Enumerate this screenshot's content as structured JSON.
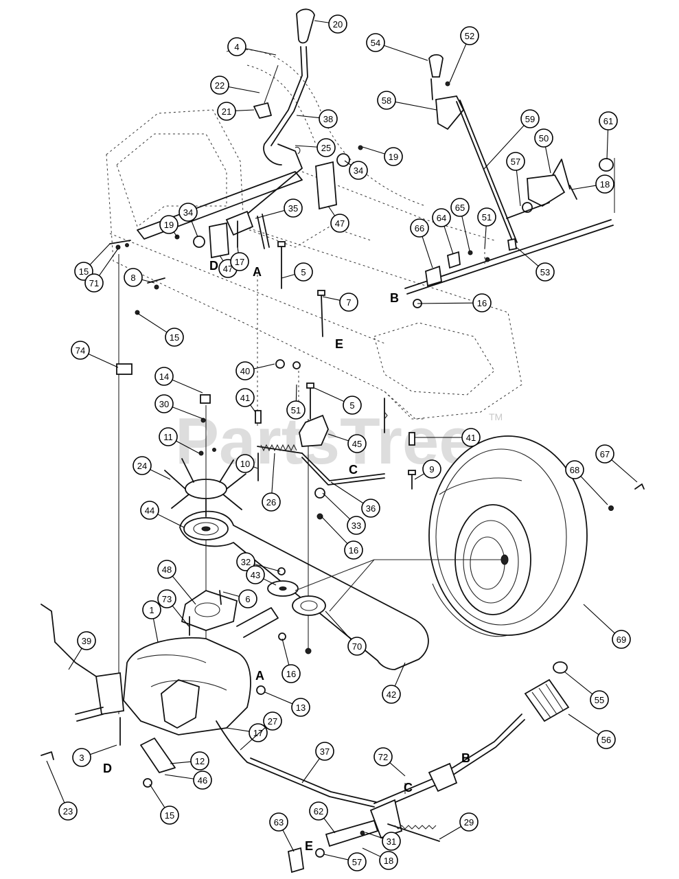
{
  "watermark": {
    "text": "PartsTree",
    "tm": "TM"
  },
  "letters": [
    "A",
    "B",
    "C",
    "D",
    "E"
  ],
  "callouts": [
    "1",
    "3",
    "4",
    "5",
    "6",
    "7",
    "8",
    "9",
    "10",
    "11",
    "12",
    "13",
    "14",
    "15",
    "16",
    "17",
    "18",
    "19",
    "20",
    "21",
    "22",
    "23",
    "24",
    "25",
    "26",
    "27",
    "29",
    "30",
    "31",
    "32",
    "33",
    "34",
    "35",
    "36",
    "37",
    "38",
    "39",
    "40",
    "41",
    "42",
    "43",
    "44",
    "45",
    "46",
    "47",
    "48",
    "50",
    "51",
    "52",
    "53",
    "54",
    "55",
    "56",
    "57",
    "58",
    "59",
    "61",
    "62",
    "63",
    "64",
    "65",
    "66",
    "67",
    "68",
    "69",
    "70",
    "71",
    "72",
    "73",
    "74"
  ]
}
